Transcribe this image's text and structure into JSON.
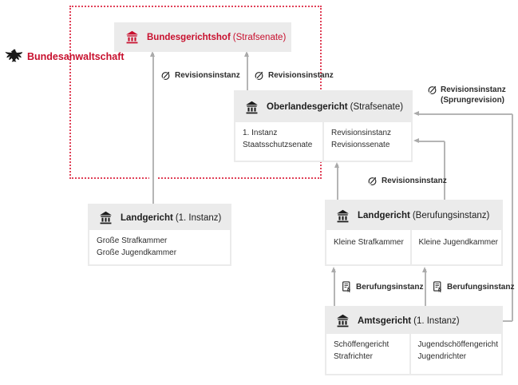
{
  "palette": {
    "brand_red": "#c8102e",
    "dotted_border_red": "#e04158",
    "box_gray": "#ebebeb",
    "line_gray": "#b5b5b5",
    "text_dark": "#1d1d1d"
  },
  "prosecution": {
    "label": "Bundesanwaltschaft"
  },
  "courts": {
    "bgh": {
      "name": "Bundesgerichtshof",
      "qualifier": "(Strafsenate)"
    },
    "olg": {
      "name": "Oberlandesgericht",
      "qualifier": "(Strafsenate)",
      "cells": [
        {
          "lines": [
            "1. Instanz",
            "Staatsschutzsenate"
          ]
        },
        {
          "lines": [
            "Revisionsinstanz",
            "Revisionssenate"
          ]
        }
      ]
    },
    "lg_first": {
      "name": "Landgericht",
      "qualifier": "(1. Instanz)",
      "cells": [
        {
          "lines": [
            "Große Strafkammer",
            "Große Jugendkammer"
          ]
        }
      ]
    },
    "lg_appeal": {
      "name": "Landgericht",
      "qualifier": "(Berufungsinstanz)",
      "cells": [
        {
          "lines": [
            "Kleine Strafkammer"
          ]
        },
        {
          "lines": [
            "Kleine Jugendkammer"
          ]
        }
      ]
    },
    "ag": {
      "name": "Amtsgericht",
      "qualifier": "(1. Instanz)",
      "cells": [
        {
          "lines": [
            "Schöffengericht",
            "Strafrichter"
          ]
        },
        {
          "lines": [
            "Jugendschöffengericht",
            "Jugendrichter"
          ]
        }
      ]
    }
  },
  "edges": [
    {
      "id": "landgericht-to-bgh",
      "label": "Revisionsinstanz"
    },
    {
      "id": "olg-to-bgh",
      "label": "Revisionsinstanz"
    },
    {
      "id": "amtsgericht-to-olg-sprungrevision",
      "label": "Revisionsinstanz",
      "label2": "(Sprungrevision)"
    },
    {
      "id": "lg-berufung-to-olg",
      "label": "Revisionsinstanz"
    },
    {
      "id": "amtsgericht-to-lg-strafkammer",
      "label": "Berufungsinstanz"
    },
    {
      "id": "amtsgericht-to-lg-jugendkammer",
      "label": "Berufungsinstanz"
    }
  ],
  "icons": {
    "court": "courthouse-icon",
    "revision": "circular-arrow-icon",
    "appeal": "paragraph-document-icon",
    "prosecution": "federal-eagle-icon"
  }
}
